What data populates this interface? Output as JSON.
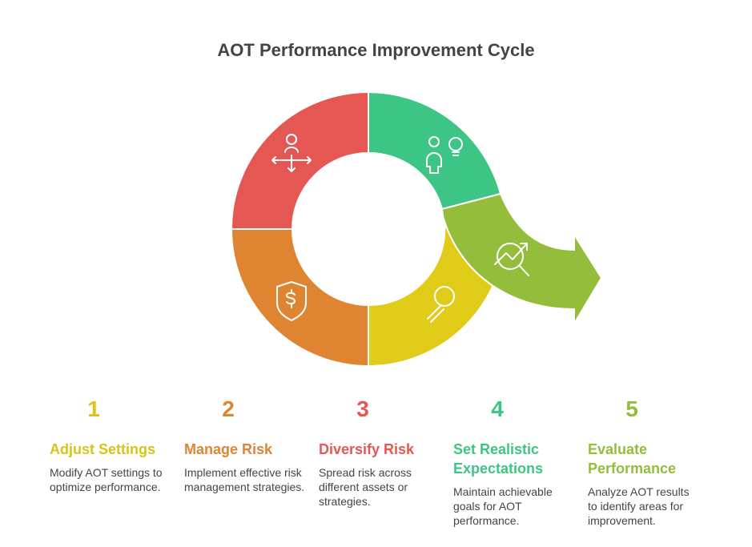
{
  "title": "AOT Performance Improvement Cycle",
  "colors": {
    "red": "#E55753",
    "green": "#3DC585",
    "lime": "#93BD3A",
    "yellow": "#E0CB18",
    "orange": "#DF8430"
  },
  "steps": [
    {
      "number": "1",
      "title": "Adjust Settings",
      "description": "Modify AOT settings to optimize performance.",
      "color": "#D9C41A",
      "icon": "sliders-icon"
    },
    {
      "number": "2",
      "title": "Manage Risk",
      "description": "Implement effective risk management strategies.",
      "color": "#DF8430",
      "icon": "shield-dollar-icon"
    },
    {
      "number": "3",
      "title": "Diversify Risk",
      "description": "Spread risk across different assets or strategies.",
      "color": "#E55753",
      "icon": "person-arrows-icon"
    },
    {
      "number": "4",
      "title": "Set Realistic Expectations",
      "description": "Maintain achievable goals for AOT performance.",
      "color": "#3DC585",
      "icon": "person-idea-icon"
    },
    {
      "number": "5",
      "title": "Evaluate Performance",
      "description": "Analyze AOT results to identify areas for improvement.",
      "color": "#93BD3A",
      "icon": "analysis-icon"
    }
  ]
}
